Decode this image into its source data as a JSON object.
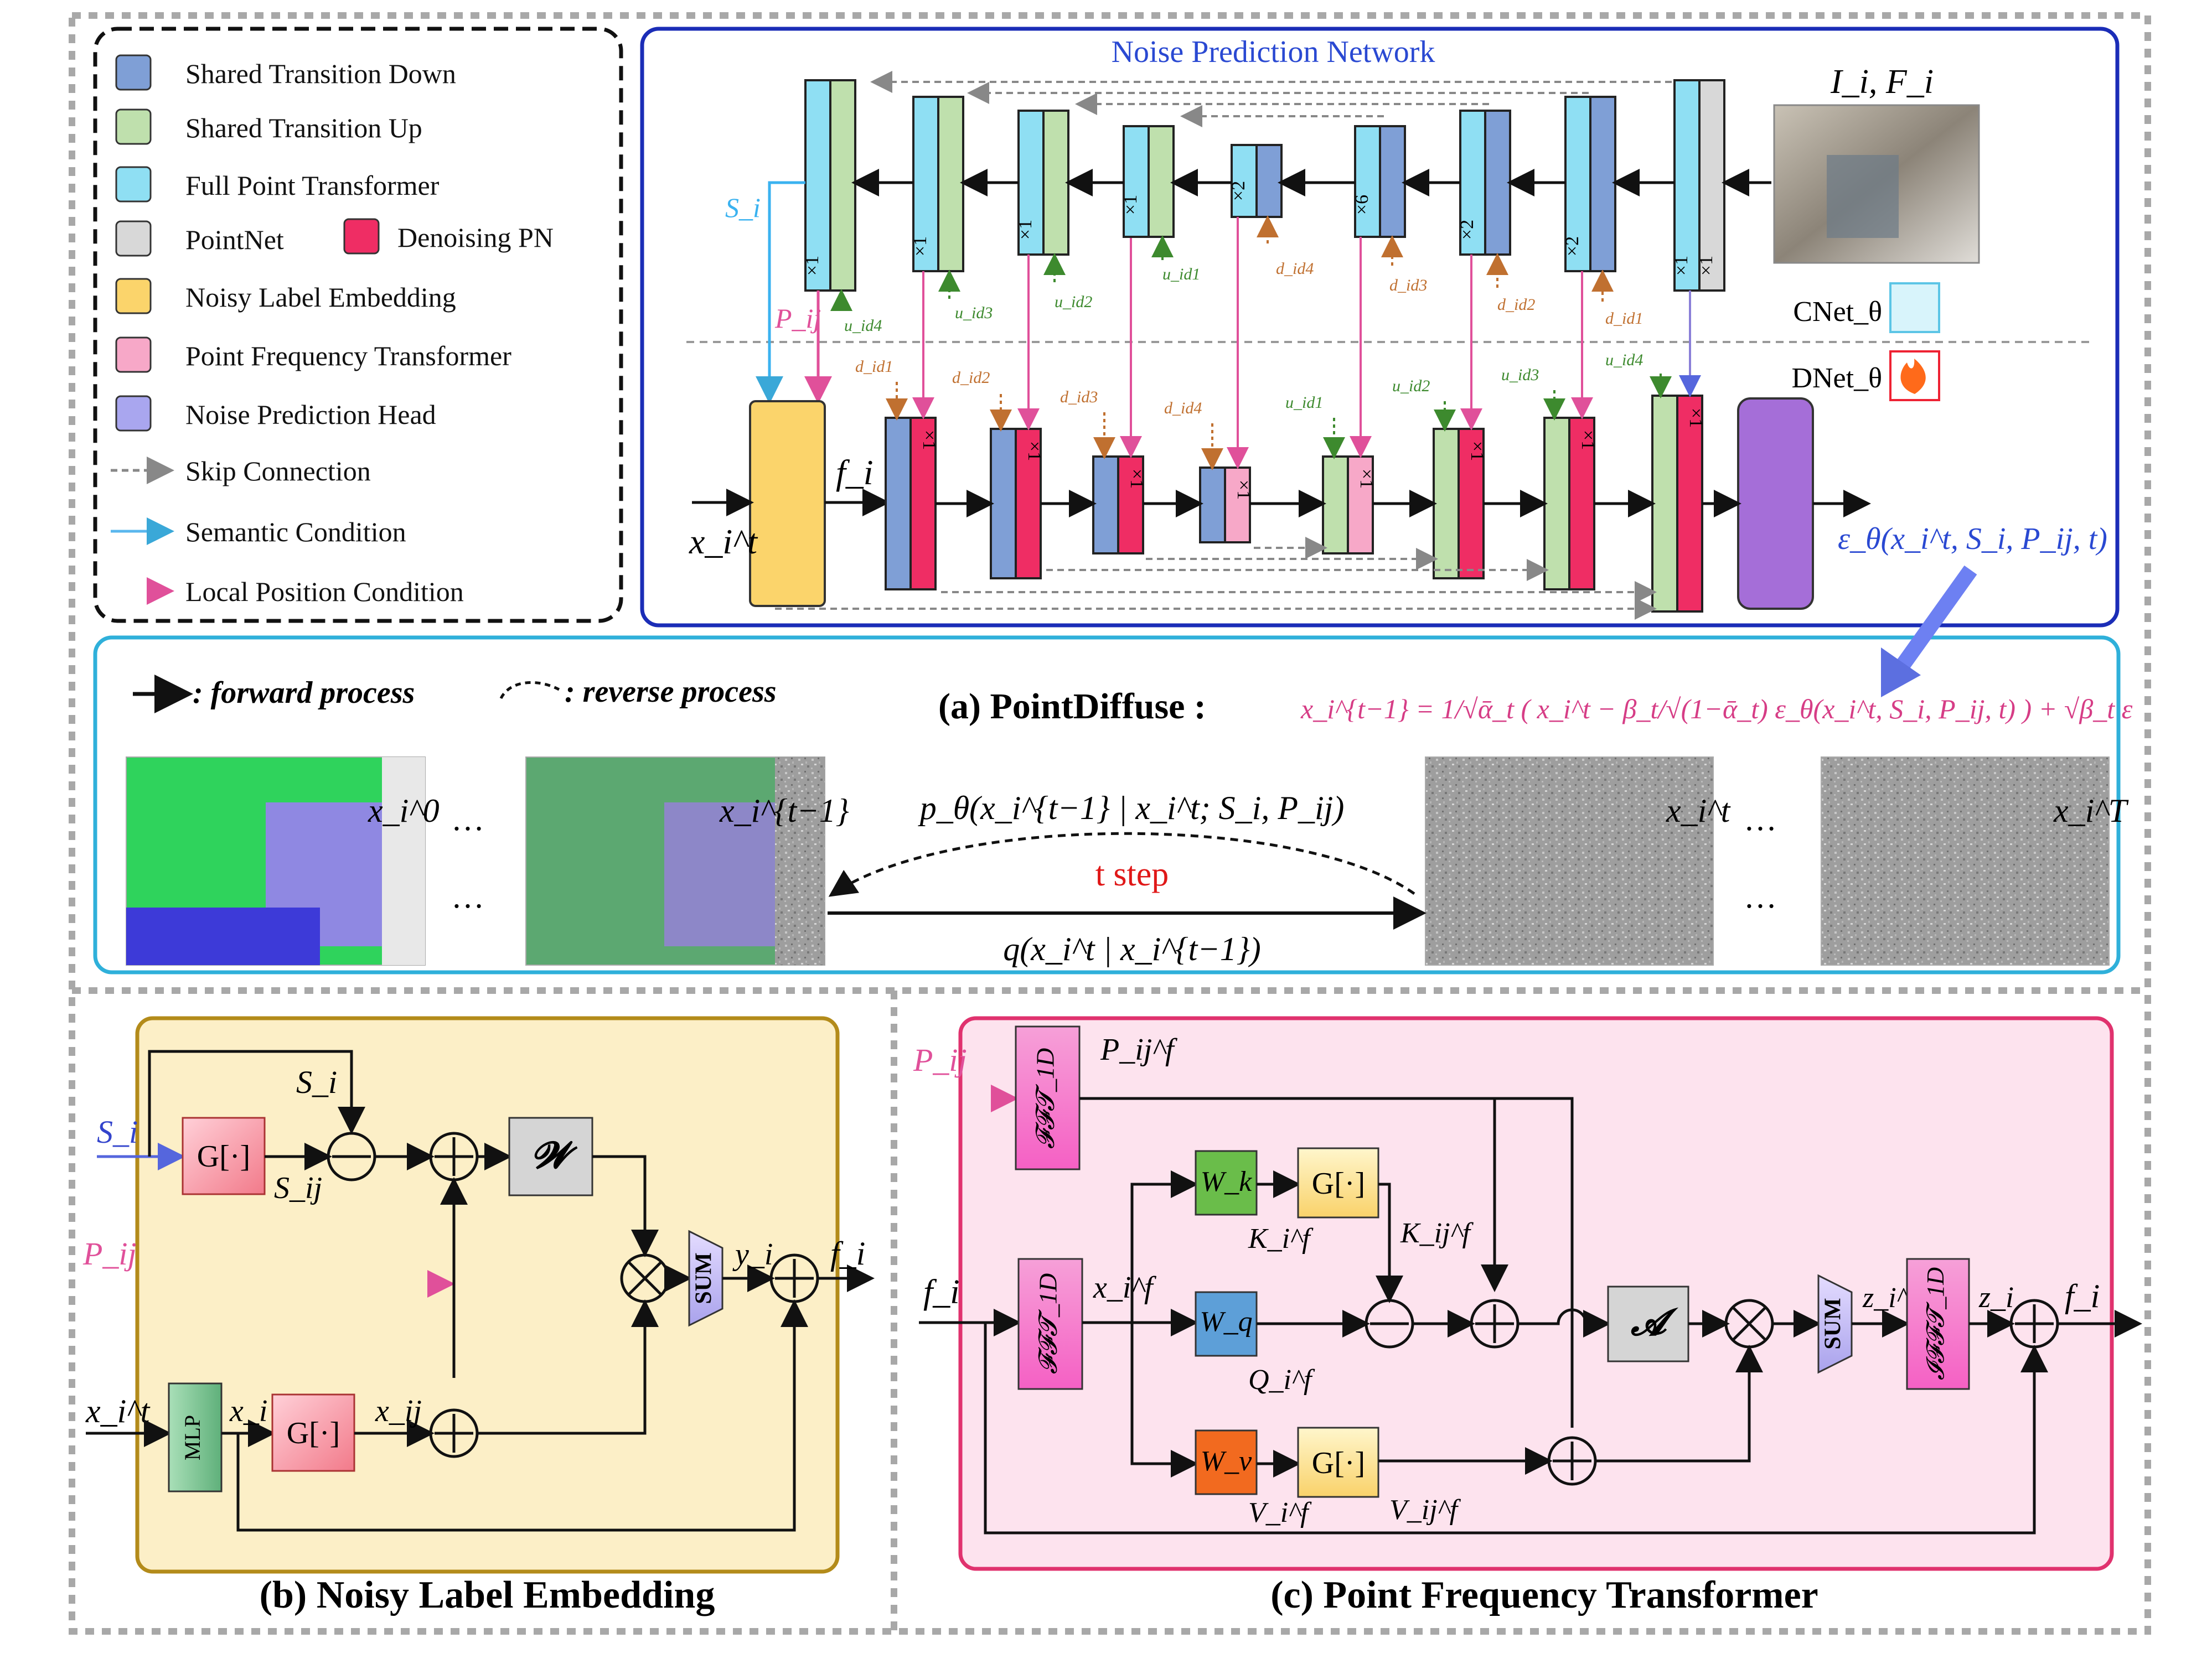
{
  "legend": {
    "items": [
      {
        "label": "Shared Transition Down",
        "color": "#7f9fd6"
      },
      {
        "label": "Shared Transition Up",
        "color": "#bfe0ad"
      },
      {
        "label": "Full Point Transformer",
        "color": "#8fdff3"
      },
      {
        "label": "PointNet",
        "color": "#d8d8d8"
      },
      {
        "label": "Denoising PN",
        "color": "#ef2d64"
      },
      {
        "label": "Noisy Label Embedding",
        "color": "#fbd46b"
      },
      {
        "label": "Point Frequency Transformer",
        "color": "#f7a8c8"
      },
      {
        "label": "Noise Prediction Head",
        "color": "#a9a6ef"
      },
      {
        "label": "Skip Connection"
      },
      {
        "label": "Semantic Condition"
      },
      {
        "label": "Local  Position Condition"
      }
    ]
  },
  "network": {
    "title": "Noise Prediction Network",
    "input_label": "I_i, F_i",
    "cnet_label": "CNet_θ",
    "dnet_label": "DNet_θ",
    "s_label": "S_i",
    "p_label": "P_ij",
    "f_label": "f_i",
    "x_label": "x_i^t",
    "output_label": "ε_θ(x_i^t, S_i, P_ij, t)",
    "enc_mult": [
      "×1",
      "×2",
      "×2",
      "×6",
      "×2",
      "×1",
      "×1",
      "×1"
    ],
    "enc_ids": [
      "d_id1",
      "d_id2",
      "d_id3",
      "d_id4",
      "u_id1",
      "u_id2",
      "u_id3",
      "u_id4"
    ],
    "dec_mult": [
      "×1",
      "×1",
      "×1",
      "×1",
      "×1",
      "×1",
      "×1",
      "×1"
    ],
    "dec_ids": [
      "d_id1",
      "d_id2",
      "d_id3",
      "d_id4",
      "u_id1",
      "u_id2",
      "u_id3",
      "u_id4"
    ]
  },
  "diffusion": {
    "forward_label": ": forward process",
    "reverse_label": ": reverse process",
    "title": "(a) PointDiffuse :",
    "equation_lhs": "x_i^{t−1} = 1/√ᾱ_t ( x_i^t − β_t/√(1−ᾱ_t) ε_θ(x_i^t, S_i, P_ij, t) ) + √β_t ε",
    "frames": [
      "x_i^0",
      "x_i^{t−1}",
      "x_i^t",
      "x_i^T"
    ],
    "reverse_eq": "p_θ(x_i^{t−1} | x_i^t; S_i, P_ij)",
    "step_label": "t step",
    "forward_eq": "q(x_i^t | x_i^{t−1})",
    "ellipsis": "…"
  },
  "embedding": {
    "caption": "(b) Noisy Label Embedding",
    "g_label": "G[·]",
    "w_label": "𝓦",
    "mlp_label": "MLP",
    "sum_label": "SUM",
    "labels": {
      "si": "S_i",
      "sij": "S_ij",
      "pij": "P_ij",
      "xit": "x_i^t",
      "xi": "x_i",
      "xij": "x_ij",
      "yi": "y_i",
      "fi": "f_i"
    }
  },
  "pft": {
    "caption": "(c) Point Frequency Transformer",
    "fft_label": "𝓕𝓕𝓣_1D",
    "ifft_label": "𝓘𝓕𝓕𝓣_1D",
    "wk": "W_k",
    "wq": "W_q",
    "wv": "W_v",
    "g_label": "G[·]",
    "a_label": "𝓐",
    "sum_label": "SUM",
    "labels": {
      "pij": "P_ij",
      "pijf": "P_ij^f",
      "fi": "f_i",
      "xif": "x_i^f",
      "kif": "K_i^f",
      "kijf": "K_ij^f",
      "qif": "Q_i^f",
      "vif": "V_i^f",
      "vijf": "V_ij^f",
      "zif": "z_i^f",
      "zi": "z_i",
      "fo": "f_i"
    }
  }
}
